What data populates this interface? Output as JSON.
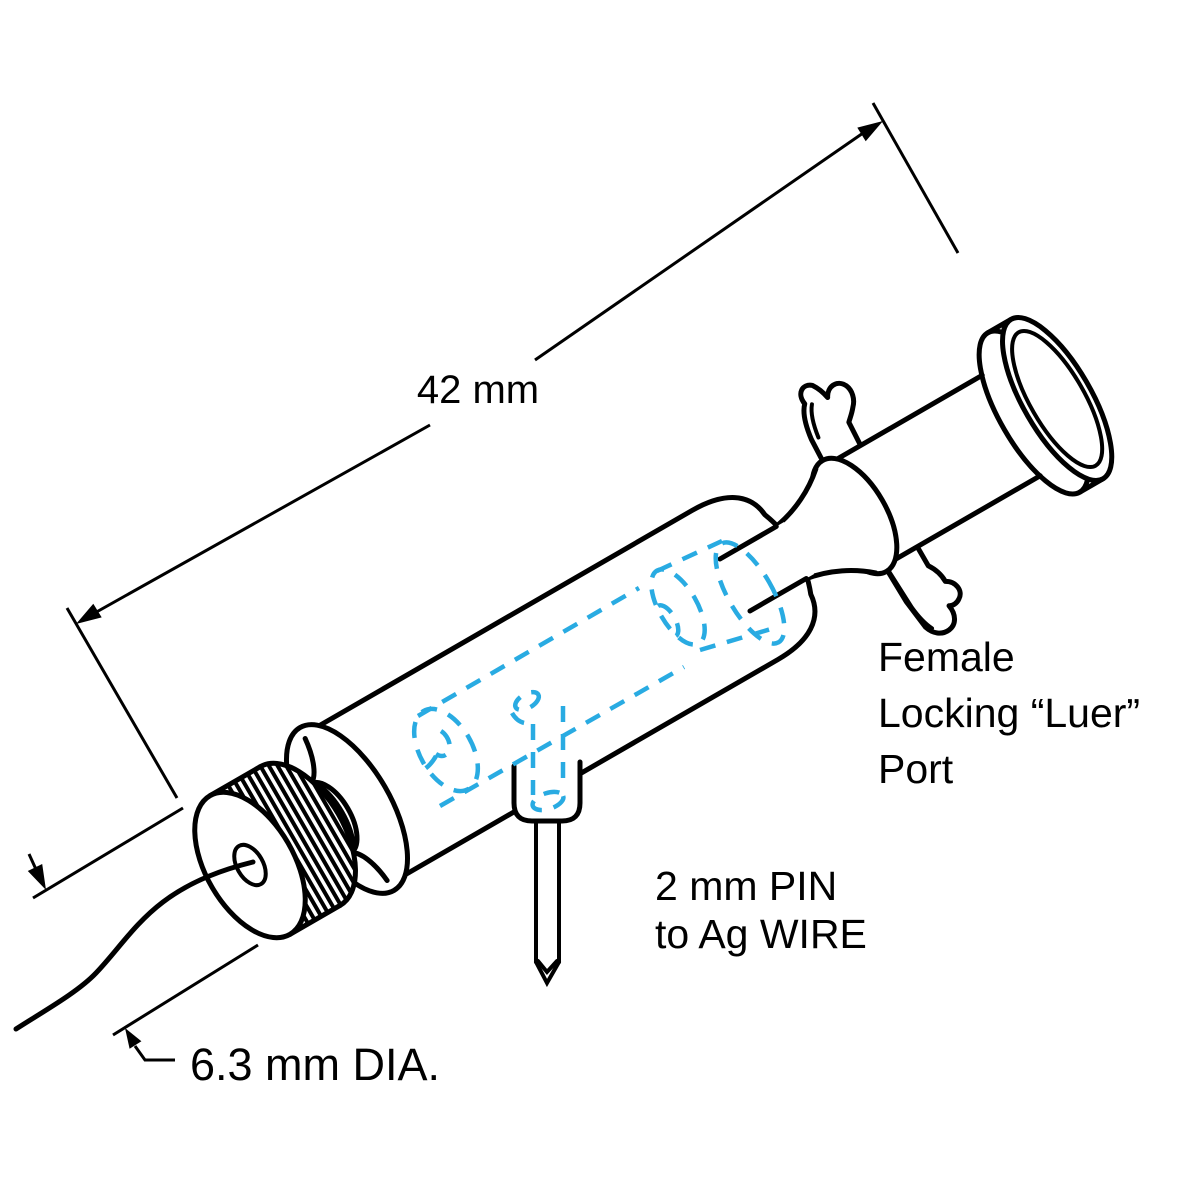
{
  "drawing": {
    "dimensions": {
      "length": "42 mm",
      "diameter": "6.3 mm DIA."
    },
    "labels": {
      "luer_port": [
        "Female",
        "Locking “Luer”",
        "Port"
      ],
      "pin": [
        "2 mm PIN",
        "to Ag WIRE"
      ]
    },
    "colors": {
      "outline": "#000000",
      "hidden": "#29ABE2",
      "background": "#ffffff"
    },
    "parts": [
      "knurled-cap",
      "silver-wire",
      "holder-body-tube",
      "wing-plate",
      "luer-neck",
      "luer-cone",
      "luer-barrel",
      "luer-flange",
      "pin-boss",
      "connector-pin",
      "hidden-bore",
      "hidden-cavity"
    ]
  }
}
